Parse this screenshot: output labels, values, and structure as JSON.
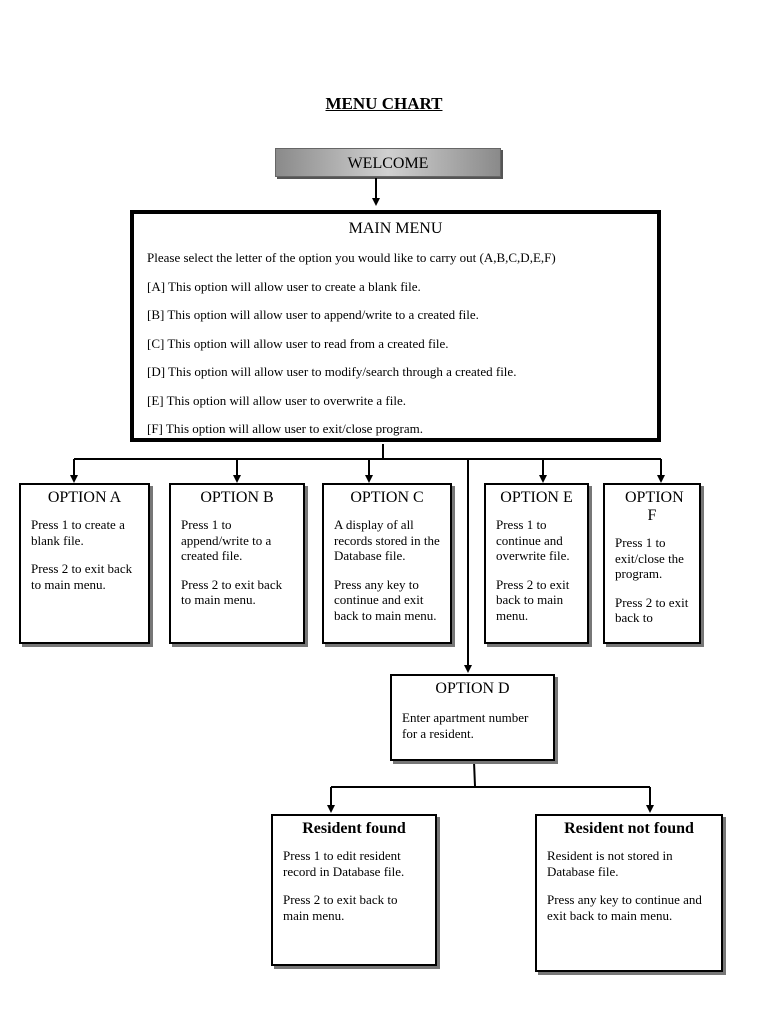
{
  "title": "MENU CHART",
  "welcome": "WELCOME",
  "main_menu": {
    "heading": "MAIN MENU",
    "prompt": "Please select the letter of the option you would like to carry out (A,B,C,D,E,F)",
    "options": [
      "[A] This option will allow user to create a blank file.",
      "[B] This option will allow user to append/write to a created file.",
      "[C] This option will allow user to read from a created file.",
      "[D] This option will allow user to modify/search through a created file.",
      "[E] This option will allow user to overwrite a file.",
      "[F] This option will allow user to exit/close program."
    ]
  },
  "option_a": {
    "heading": "OPTION A",
    "p1": "Press 1 to create a blank file.",
    "p2": "Press 2 to exit back to main menu."
  },
  "option_b": {
    "heading": "OPTION B",
    "p1": "Press 1 to append/write to a created file.",
    "p2": "Press 2 to exit back to main menu."
  },
  "option_c": {
    "heading": "OPTION C",
    "p1": "A display of all records stored in the Database file.",
    "p2": "Press any key to continue and exit back to main menu."
  },
  "option_e": {
    "heading": "OPTION E",
    "p1": "Press 1 to continue and overwrite file.",
    "p2": "Press 2 to exit back to main menu."
  },
  "option_f": {
    "heading": "OPTION F",
    "p1": "Press 1 to exit/close the program.",
    "p2": "Press 2 to exit back to"
  },
  "option_d": {
    "heading": "OPTION D",
    "p1": "Enter apartment number for a resident."
  },
  "resident_found": {
    "heading": "Resident found",
    "p1": "Press 1 to edit resident record in Database file.",
    "p2": "Press 2 to exit back to main menu."
  },
  "resident_not_found": {
    "heading": "Resident not found",
    "p1": "Resident is not stored in Database file.",
    "p2": "Press any key to continue and exit back to main menu."
  }
}
